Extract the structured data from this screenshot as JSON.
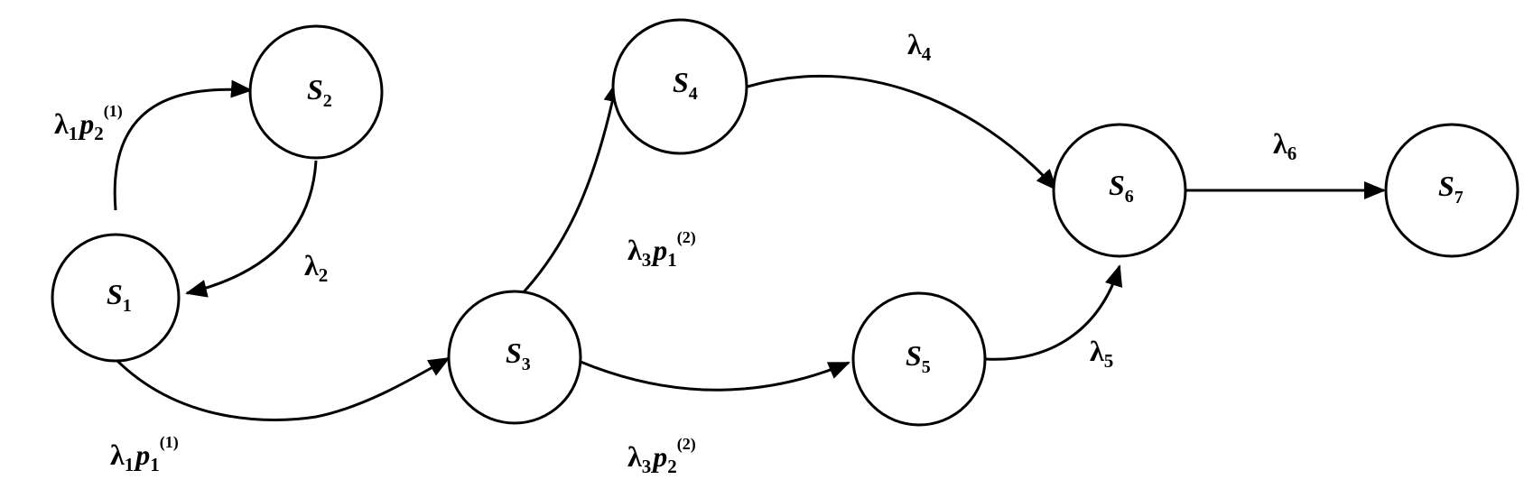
{
  "diagram": {
    "colors": {
      "stroke": "#000000",
      "background": "#ffffff"
    },
    "nodes": [
      {
        "id": "s1",
        "name": "S",
        "index": "1"
      },
      {
        "id": "s2",
        "name": "S",
        "index": "2"
      },
      {
        "id": "s3",
        "name": "S",
        "index": "3"
      },
      {
        "id": "s4",
        "name": "S",
        "index": "4"
      },
      {
        "id": "s5",
        "name": "S",
        "index": "5"
      },
      {
        "id": "s6",
        "name": "S",
        "index": "6"
      },
      {
        "id": "s7",
        "name": "S",
        "index": "7"
      }
    ],
    "edges": [
      {
        "id": "s1-s2",
        "from": "S1",
        "to": "S2",
        "symbol": "λ",
        "sub": "1",
        "p": "p",
        "p_sub": "2",
        "p_sup": "(1)"
      },
      {
        "id": "s2-s1",
        "from": "S2",
        "to": "S1",
        "symbol": "λ",
        "sub": "2"
      },
      {
        "id": "s1-s3",
        "from": "S1",
        "to": "S3",
        "symbol": "λ",
        "sub": "1",
        "p": "p",
        "p_sub": "1",
        "p_sup": "(1)"
      },
      {
        "id": "s3-s4",
        "from": "S3",
        "to": "S4",
        "symbol": "λ",
        "sub": "3",
        "p": "p",
        "p_sub": "1",
        "p_sup": "(2)"
      },
      {
        "id": "s3-s5",
        "from": "S3",
        "to": "S5",
        "symbol": "λ",
        "sub": "3",
        "p": "p",
        "p_sub": "2",
        "p_sup": "(2)"
      },
      {
        "id": "s4-s6",
        "from": "S4",
        "to": "S6",
        "symbol": "λ",
        "sub": "4"
      },
      {
        "id": "s5-s6",
        "from": "S5",
        "to": "S6",
        "symbol": "λ",
        "sub": "5"
      },
      {
        "id": "s6-s7",
        "from": "S6",
        "to": "S7",
        "symbol": "λ",
        "sub": "6"
      }
    ]
  }
}
